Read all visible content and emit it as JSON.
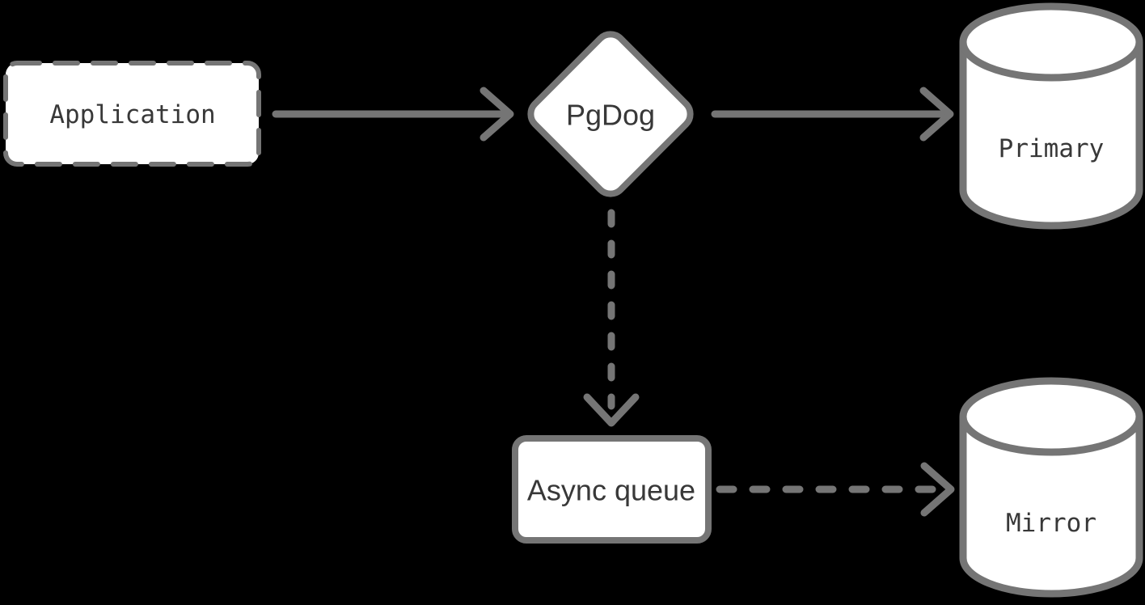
{
  "colors": {
    "background": "#000000",
    "node-fill": "#ffffff",
    "stroke": "#757575",
    "text": "#383838"
  },
  "nodes": {
    "application": {
      "label": "Application",
      "shape": "dashed-rounded-rectangle"
    },
    "pgdog": {
      "label": "PgDog",
      "shape": "diamond"
    },
    "primary": {
      "label": "Primary",
      "shape": "database-cylinder"
    },
    "async_queue": {
      "label": "Async queue",
      "shape": "rounded-rectangle"
    },
    "mirror": {
      "label": "Mirror",
      "shape": "database-cylinder"
    }
  },
  "edges": [
    {
      "from": "Application",
      "to": "PgDog",
      "style": "solid-arrow"
    },
    {
      "from": "PgDog",
      "to": "Primary",
      "style": "solid-arrow"
    },
    {
      "from": "PgDog",
      "to": "Async queue",
      "style": "dashed-arrow"
    },
    {
      "from": "Async queue",
      "to": "Mirror",
      "style": "dashed-arrow"
    }
  ]
}
